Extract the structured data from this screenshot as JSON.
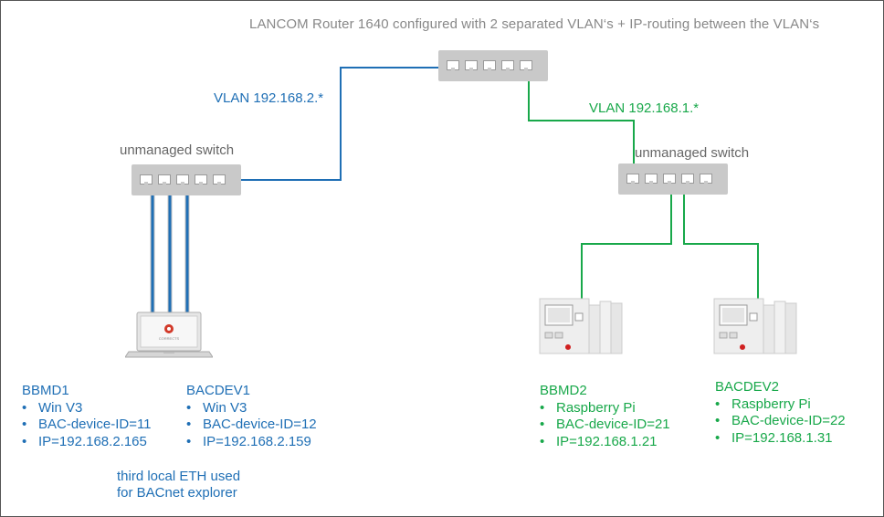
{
  "title": "LANCOM Router 1640 configured with 2 separated VLAN‘s + IP-routing between the VLAN‘s",
  "vlan_left": "VLAN 192.168.2.*",
  "vlan_right": "VLAN 192.168.1.*",
  "switch_left_label": "unmanaged switch",
  "switch_right_label": "unmanaged switch",
  "laptop_logo_text": "CORRECTS",
  "colors": {
    "blue": "#1f6fb5",
    "green": "#18a84a",
    "gray_switch": "#c9c9c9"
  },
  "bullet": "•",
  "devices": [
    {
      "name": "BBMD1",
      "items": [
        "Win V3",
        "BAC-device-ID=11",
        "IP=192.168.2.165"
      ]
    },
    {
      "name": "BACDEV1",
      "items": [
        "Win V3",
        "BAC-device-ID=12",
        "IP=192.168.2.159"
      ]
    },
    {
      "name": "BBMD2",
      "items": [
        "Raspberry Pi",
        "BAC-device-ID=21",
        "IP=192.168.1.21"
      ]
    },
    {
      "name": "BACDEV2",
      "items": [
        "Raspberry Pi",
        "BAC-device-ID=22",
        "IP=192.168.1.31"
      ]
    }
  ],
  "note_line1": "third local ETH used",
  "note_line2": "for BACnet explorer"
}
